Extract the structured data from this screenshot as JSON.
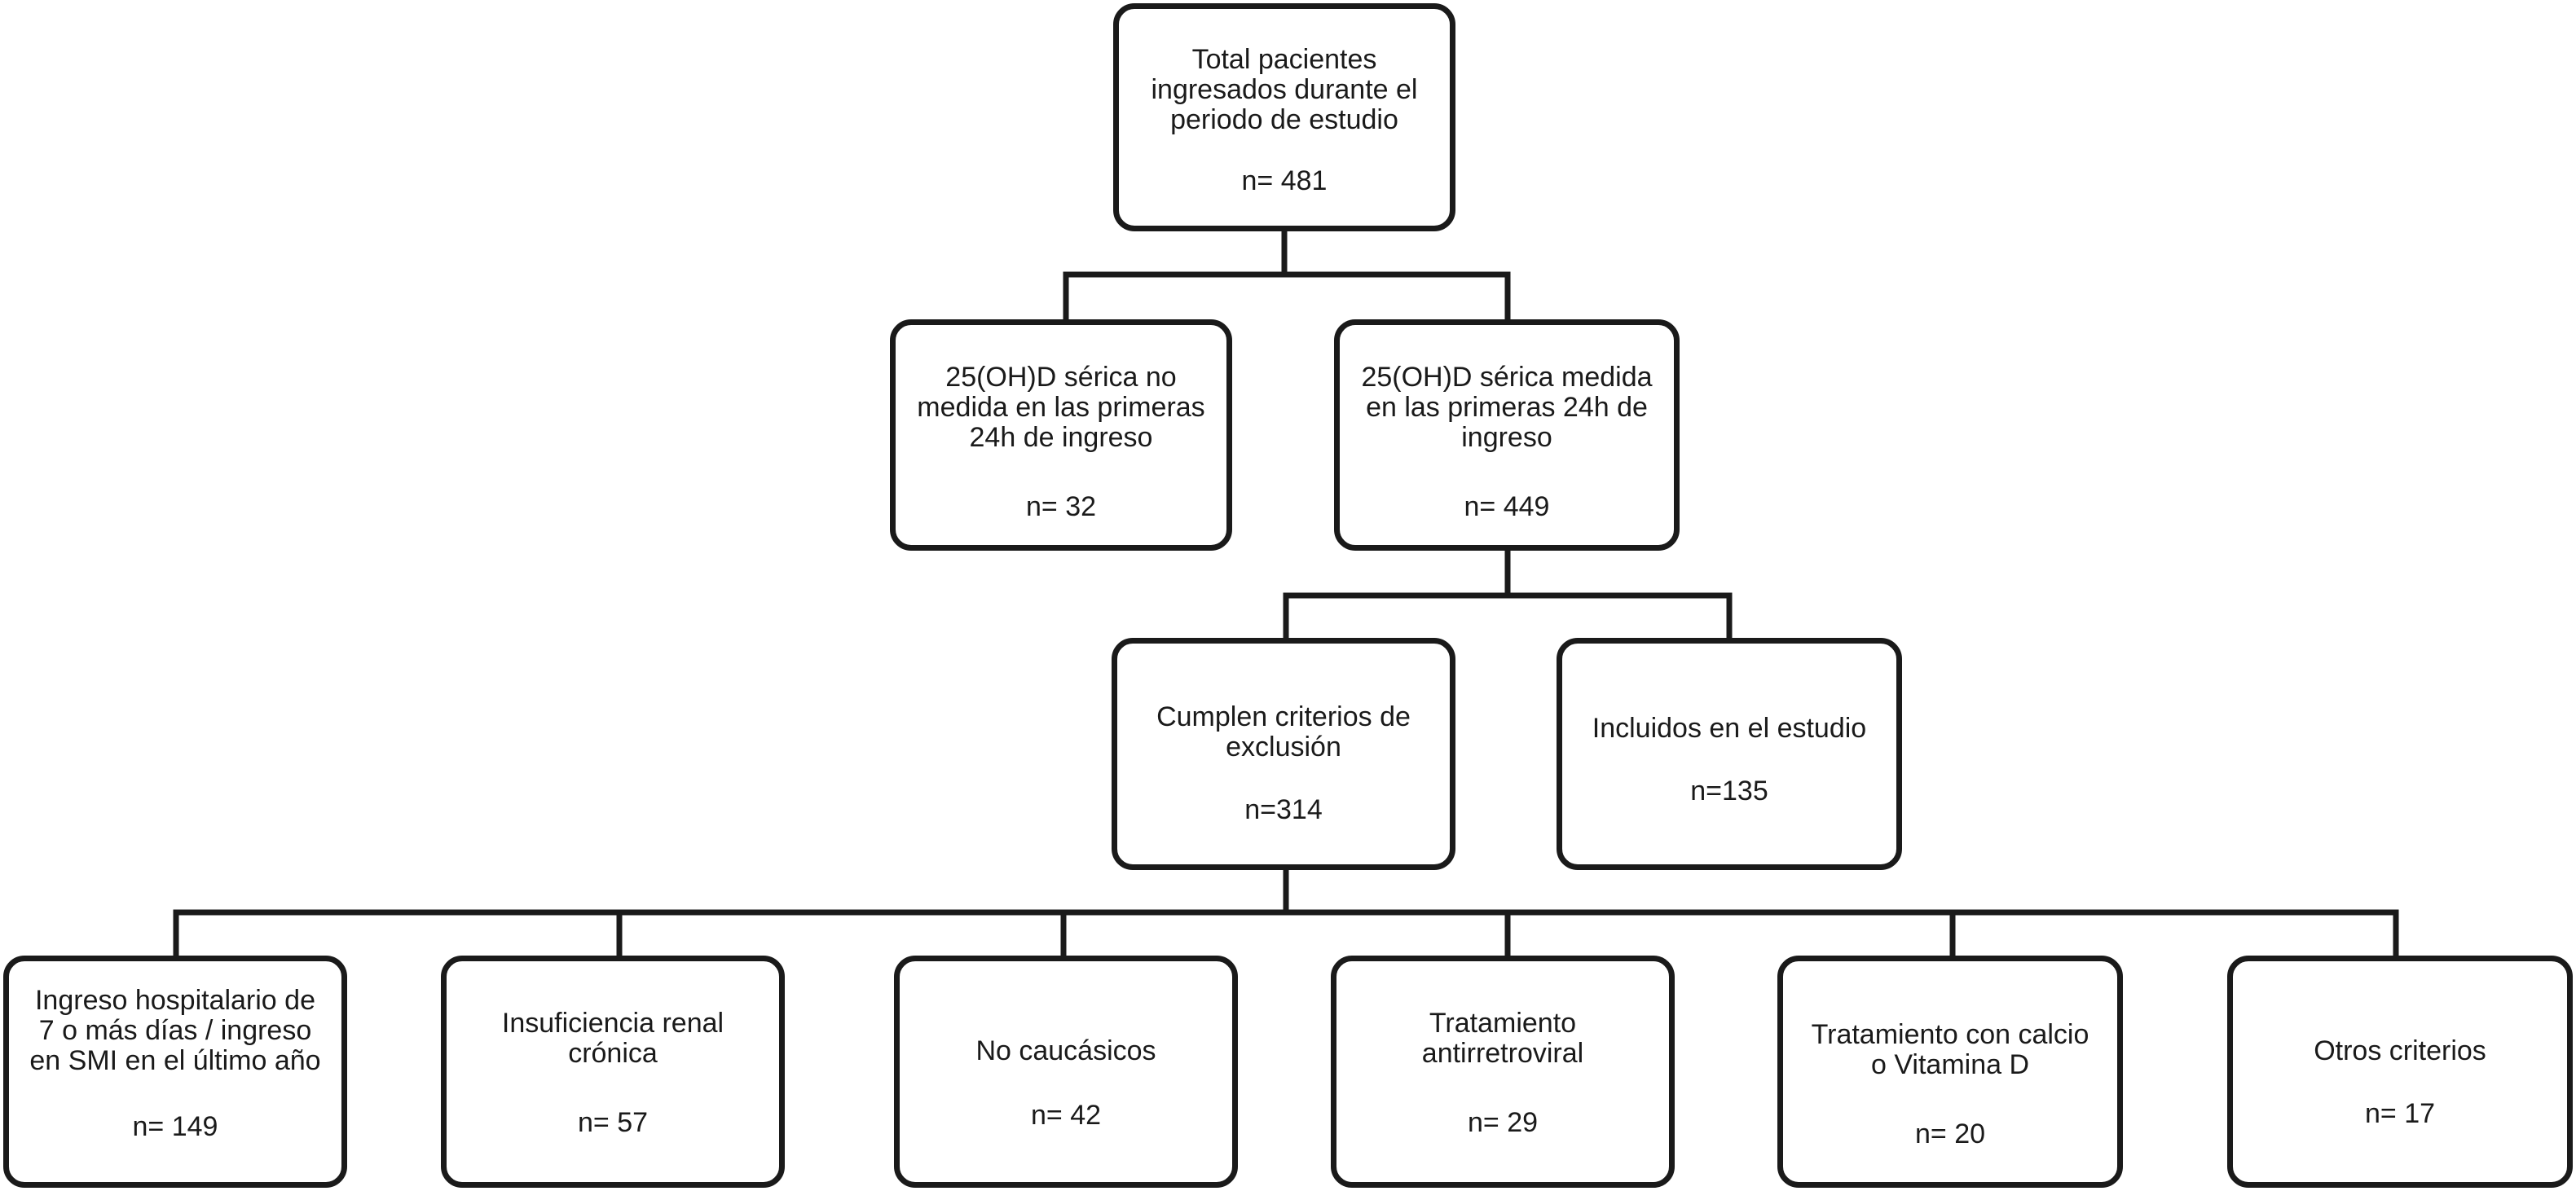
{
  "diagram": {
    "root": {
      "label": "Total pacientes\ningresados durante el\nperiodo de estudio",
      "count": "n= 481"
    },
    "level2": [
      {
        "label": "25(OH)D sérica no\nmedida en las primeras\n24h de ingreso",
        "count": "n= 32"
      },
      {
        "label": "25(OH)D sérica medida\nen las primeras 24h de\ningreso",
        "count": "n= 449"
      }
    ],
    "level3": [
      {
        "label": "Cumplen criterios de\nexclusión",
        "count": "n=314"
      },
      {
        "label": "Incluidos en el estudio",
        "count": "n=135"
      }
    ],
    "level4": [
      {
        "label": "Ingreso hospitalario de\n7 o más días / ingreso\nen SMI en el último año",
        "count": "n= 149"
      },
      {
        "label": "Insuficiencia renal\ncrónica",
        "count": "n= 57"
      },
      {
        "label": "No caucásicos",
        "count": "n= 42"
      },
      {
        "label": "Tratamiento\nantirretroviral",
        "count": "n= 29"
      },
      {
        "label": "Tratamiento con calcio\no Vitamina D",
        "count": "n= 20"
      },
      {
        "label": "Otros criterios",
        "count": "n= 17"
      }
    ]
  },
  "colors": {
    "stroke": "#1a1a1a",
    "background": "#ffffff"
  }
}
